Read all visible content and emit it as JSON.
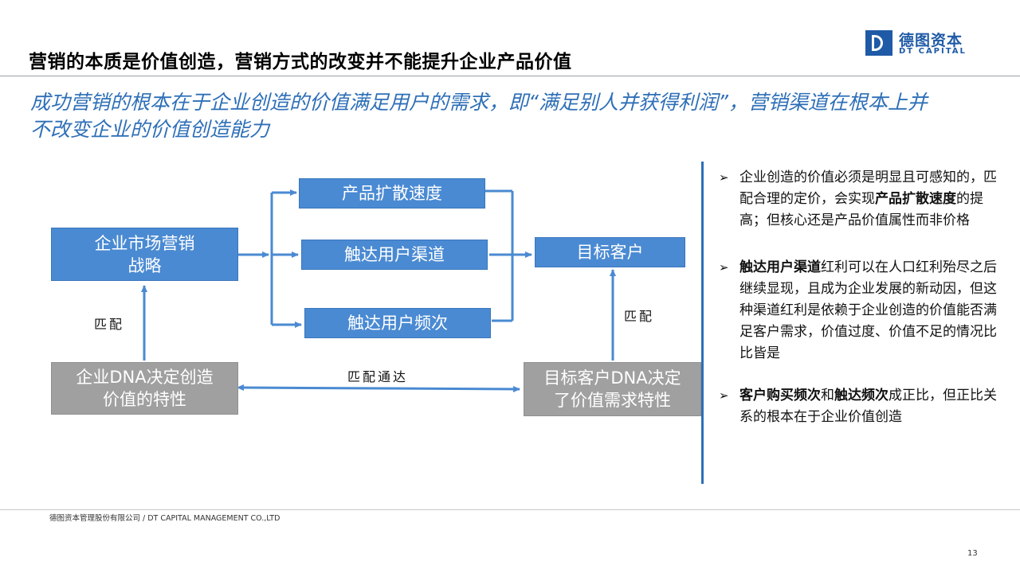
{
  "header": {
    "title": "营销的本质是价值创造，营销方式的改变并不能提升企业产品价值",
    "logo_cn": "德图资本",
    "logo_en": "DT CAPITAL"
  },
  "subtitle": "成功营销的根本在于企业创造的价值满足用户的需求，即“满足别人并获得利润”，营销渠道在根本上并不改变企业的价值创造能力",
  "diagram": {
    "strategy_line1": "企业市场营销",
    "strategy_line2": "战略",
    "channel_speed": "产品扩散速度",
    "channel_reach": "触达用户渠道",
    "channel_freq": "触达用户频次",
    "target": "目标客户",
    "dna_line1": "企业DNA决定创造",
    "dna_line2": "价值的特性",
    "target_dna_line1": "目标客户DNA决定",
    "target_dna_line2": "了价值需求特性",
    "match_left": "匹配",
    "match_right": "匹配",
    "match_reach": "匹配通达"
  },
  "bullets": {
    "marker": "➢",
    "b1_pre": "企业创造的价值必须是明显且可感知的，匹配合理的定价，会实现",
    "b1_bold": "产品扩散速度",
    "b1_post": "的提高；但核心还是产品价值属性而非价格",
    "b2_bold": "触达用户渠道",
    "b2_post": "红利可以在人口红利殆尽之后继续显现，且成为企业发展的新动因，但这种渠道红利是依赖于企业创造的价值能否满足客户需求，价值过度、价值不足的情况比比皆是",
    "b3_bold1": "客户购买频次",
    "b3_mid": "和",
    "b3_bold2": "触达频次",
    "b3_post": "成正比，但正比关系的根本在于企业价值创造"
  },
  "footer": {
    "company": "德图资本管理股份有限公司 / DT CAPITAL MANAGEMENT CO.,LTD",
    "page": "13"
  },
  "colors": {
    "accent_blue": "#2e6fb7",
    "box_blue": "#4a8ad2",
    "box_gray": "#a0a0a0"
  }
}
